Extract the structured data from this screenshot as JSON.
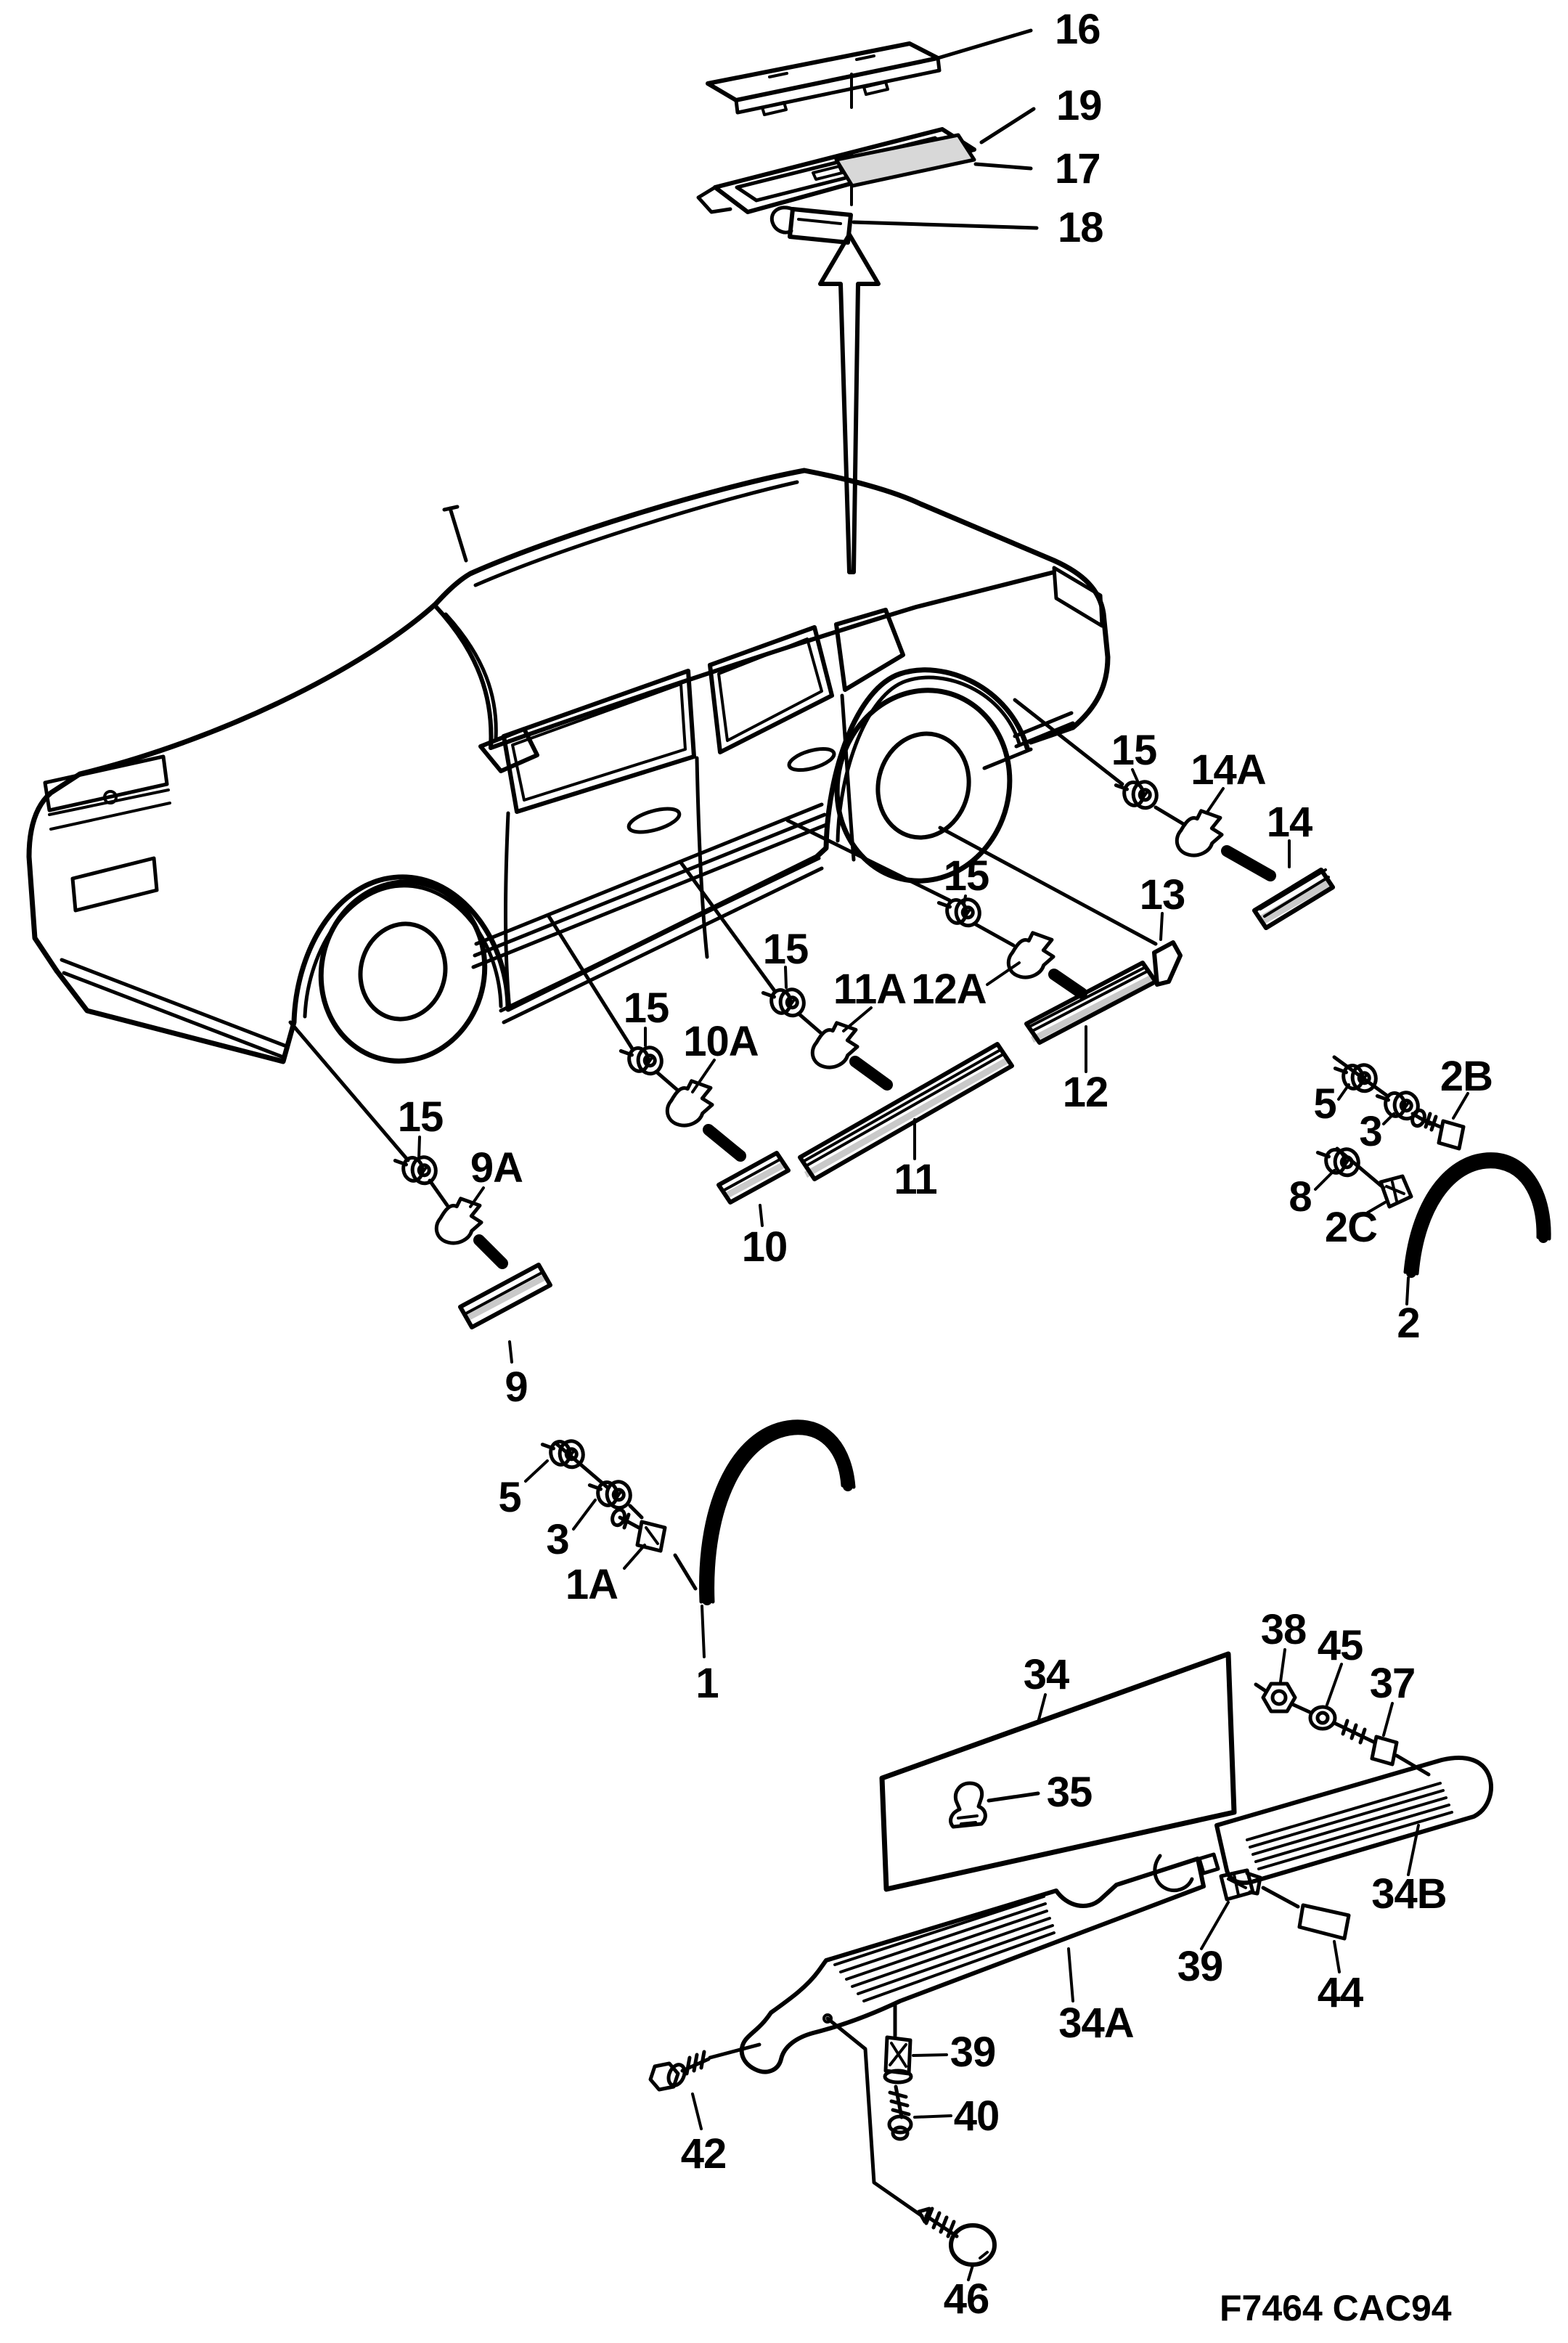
{
  "diagram": {
    "type": "exploded-parts-diagram",
    "subject": "sedan side mouldings and sill trim",
    "colors": {
      "line": "#000000",
      "background": "#ffffff",
      "shading": "#c9c9c9"
    },
    "footer": {
      "code": "F7464 CAC94"
    },
    "labels": {
      "p16": "16",
      "p19": "19",
      "p17": "17",
      "p18": "18",
      "p15_rear": "15",
      "p14A": "14A",
      "p14": "14",
      "p13": "13",
      "p15_right": "15",
      "p11A": "11A",
      "p12A": "12A",
      "p12": "12",
      "p11": "11",
      "p15_mid": "15",
      "p15_left": "15",
      "p10A": "10A",
      "p10": "10",
      "p15_front": "15",
      "p9A": "9A",
      "p9": "9",
      "p5_r": "5",
      "p3_r": "3",
      "p2B": "2B",
      "p8": "8",
      "p2C": "2C",
      "p2": "2",
      "p5_l": "5",
      "p3_l": "3",
      "p1A": "1A",
      "p1": "1",
      "p34": "34",
      "p35": "35",
      "p38": "38",
      "p45": "45",
      "p37": "37",
      "p34B": "34B",
      "p39_r": "39",
      "p44": "44",
      "p34A": "34A",
      "p39_b": "39",
      "p40": "40",
      "p42": "42",
      "p46": "46"
    }
  }
}
